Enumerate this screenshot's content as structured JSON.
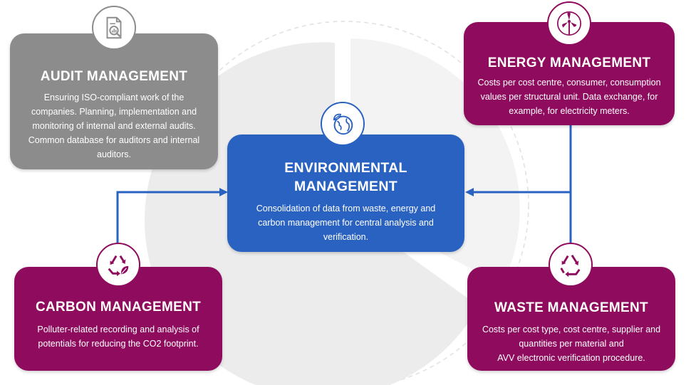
{
  "colors": {
    "audit": "#8c8c8c",
    "energy": "#8e0b5d",
    "environmental": "#2a62c1",
    "carbon": "#8e0b5d",
    "waste": "#8e0b5d",
    "connector": "#2a62c1"
  },
  "audit": {
    "icon": "document-magnifier-icon",
    "title": "AUDIT MANAGEMENT",
    "description": "Ensuring ISO-compliant work of the companies. Planning, implementation and monitoring of internal and external audits. Common database for auditors and internal auditors."
  },
  "energy": {
    "icon": "wind-turbine-icon",
    "title": "ENERGY MANAGEMENT",
    "description": "Costs per cost centre, consumer, consumption values per structural unit. Data exchange, for example, for electricity meters."
  },
  "environmental": {
    "icon": "globe-leaf-icon",
    "title_line1": "ENVIRONMENTAL",
    "title_line2": "MANAGEMENT",
    "description": "Consolidation of data from waste, energy and carbon management for central analysis and verification."
  },
  "carbon": {
    "icon": "recycle-leaf-icon",
    "title": "CARBON MANAGEMENT",
    "description": "Polluter-related recording and analysis of potentials for reducing the CO2 footprint."
  },
  "waste": {
    "icon": "recycle-icon",
    "title": "WASTE MANAGEMENT",
    "description_line1": "Costs per cost type, cost centre, supplier and",
    "description_line2": "quantities per material and",
    "description_line3": "AVV electronic verification procedure."
  }
}
